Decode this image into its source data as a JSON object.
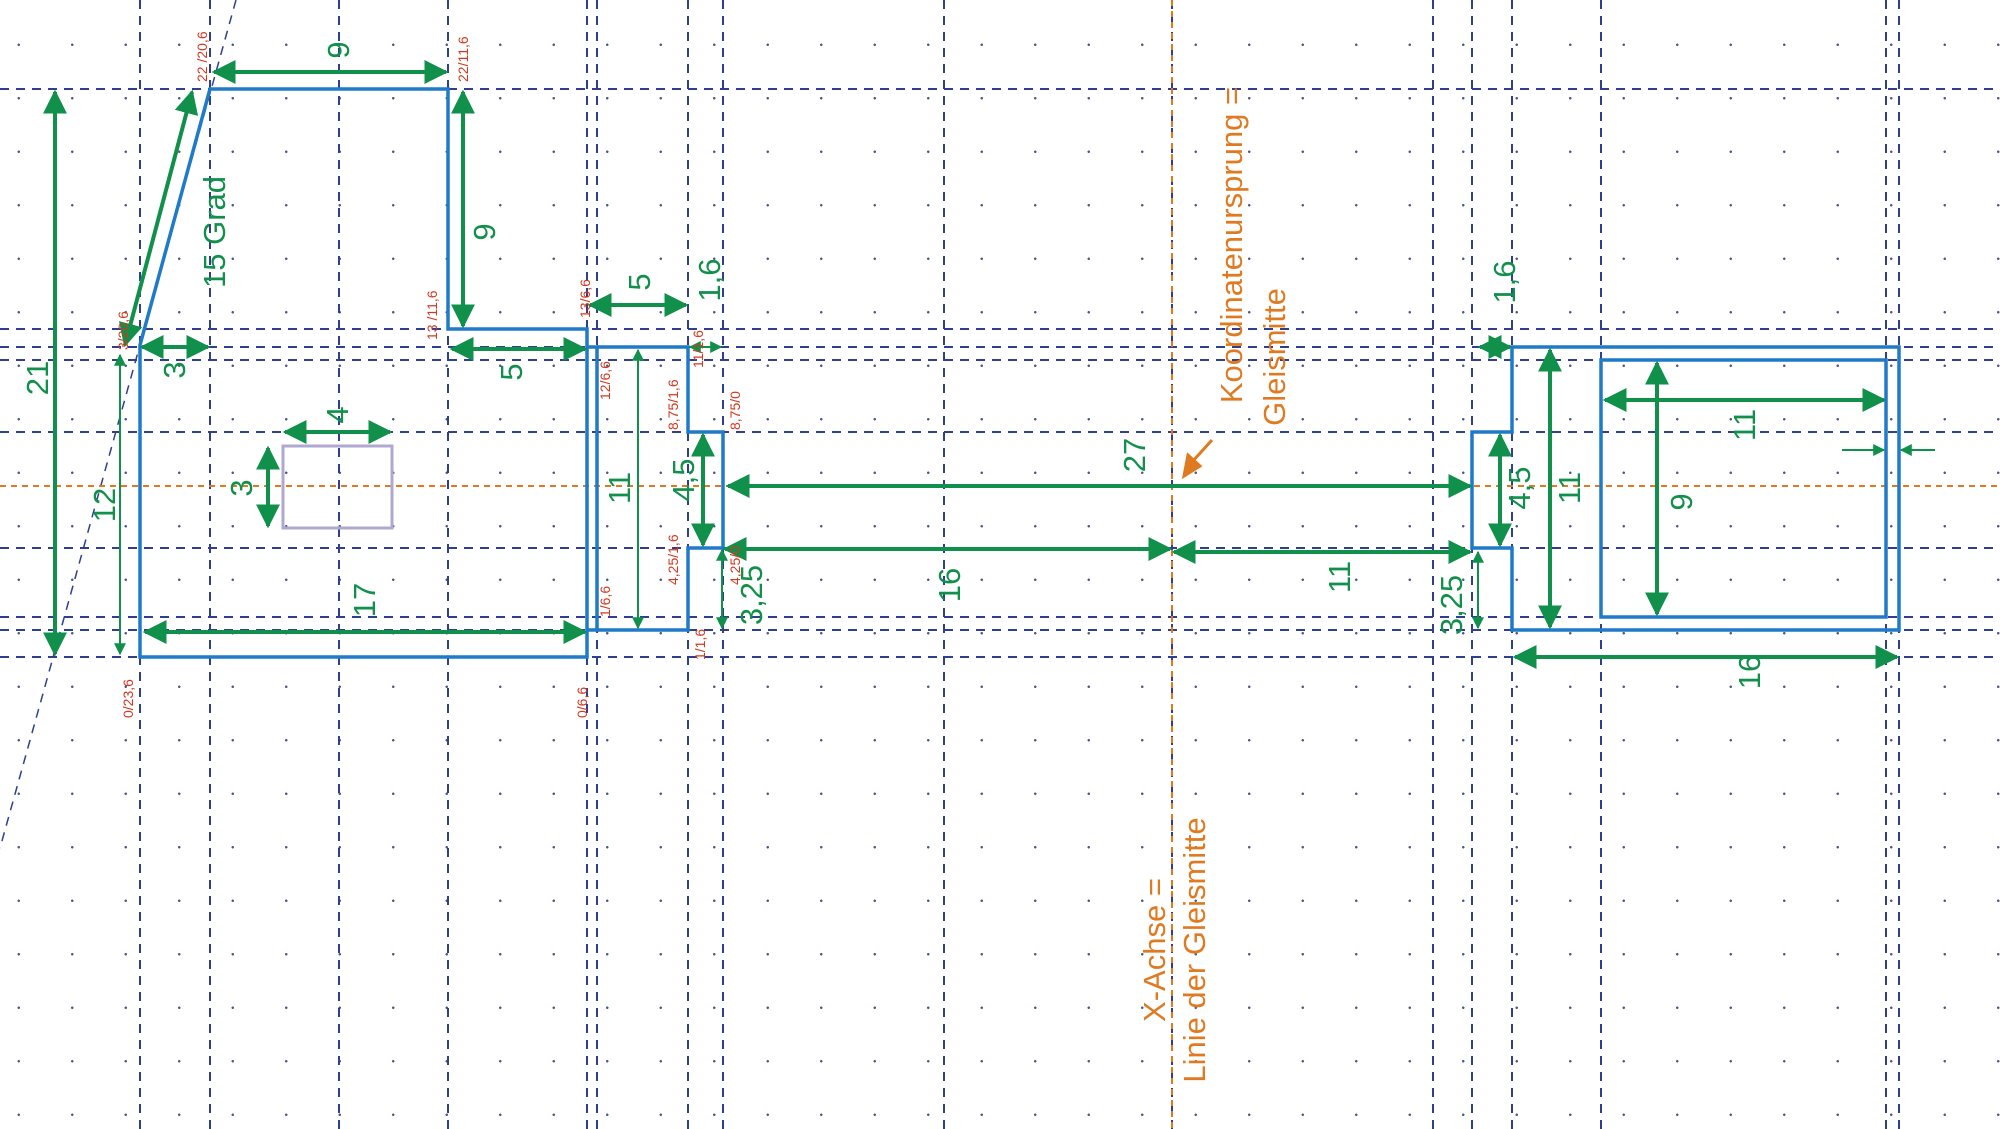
{
  "colors": {
    "grid": "#2e3f8f",
    "outline": "#1f7ac8",
    "dimension": "#10904a",
    "coordinate_label": "#d4381e",
    "annotation": "#e07a20",
    "opening": "#b0a8d0"
  },
  "annotations": {
    "origin_line1": "Koordinatenursprung =",
    "origin_line2": "Gleismitte",
    "xaxis_line1": "X-Achse =",
    "xaxis_line2": "Linie der Gleismitte"
  },
  "angle_label": "15 Grad",
  "dimensions": {
    "top_width": "9",
    "top_height": "9",
    "total_height": "21",
    "slant_offset": "3",
    "left_lower_height": "12",
    "window_width": "4",
    "window_height": "3",
    "base_width": "17",
    "step_width": "5",
    "inner_width": "5",
    "gap_left": "1,6",
    "inner_height_left": "11",
    "notch_left": "4,5",
    "notch_left_offset": "3,25",
    "clearance": "27",
    "left_to_center": "16",
    "center_to_right": "11",
    "notch_right_offset": "3,25",
    "notch_right": "4,5",
    "gap_right": "1,6",
    "right_height": "11",
    "inner_rect_height": "9",
    "inner_rect_width": "11",
    "right_width": "16"
  },
  "coordinates": [
    "22 /20,6",
    "22/11,6",
    "13 /11,6",
    "13/6,6",
    "3/20,6",
    "12/6,6",
    "11/1,6",
    "8,75/1,6",
    "8,75/0",
    "4,25/1,6",
    "4,25/0",
    "1/6,6",
    "1/1,6",
    "0/23,6",
    "0/6,6"
  ]
}
